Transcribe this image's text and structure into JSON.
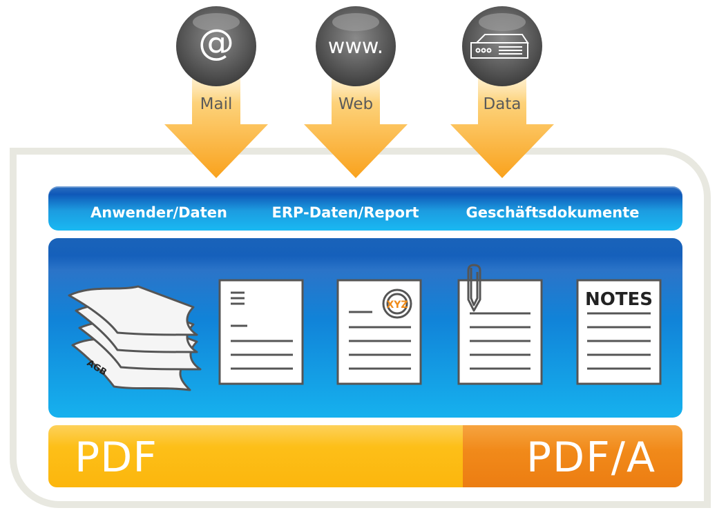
{
  "sources": [
    {
      "label": "Mail",
      "icon_text": "@",
      "icon": "at-sign-icon"
    },
    {
      "label": "Web",
      "icon_text": "www.",
      "icon": "www-icon"
    },
    {
      "label": "Data",
      "icon_text": "",
      "icon": "server-icon"
    }
  ],
  "categories": [
    "Anwender/Daten",
    "ERP-Daten/Report",
    "Geschäftsdokumente"
  ],
  "documents": {
    "agb_label": "AGB",
    "stamp_label": "XYZ",
    "notes_label": "NOTES"
  },
  "output": {
    "pdf": "PDF",
    "pdfa": "PDF/A"
  },
  "colors": {
    "arrow": "#fdb22a",
    "blue": "#1183d8",
    "yellow": "#fdbf18",
    "orange": "#ef8a18",
    "frame": "#e8e8e0"
  }
}
